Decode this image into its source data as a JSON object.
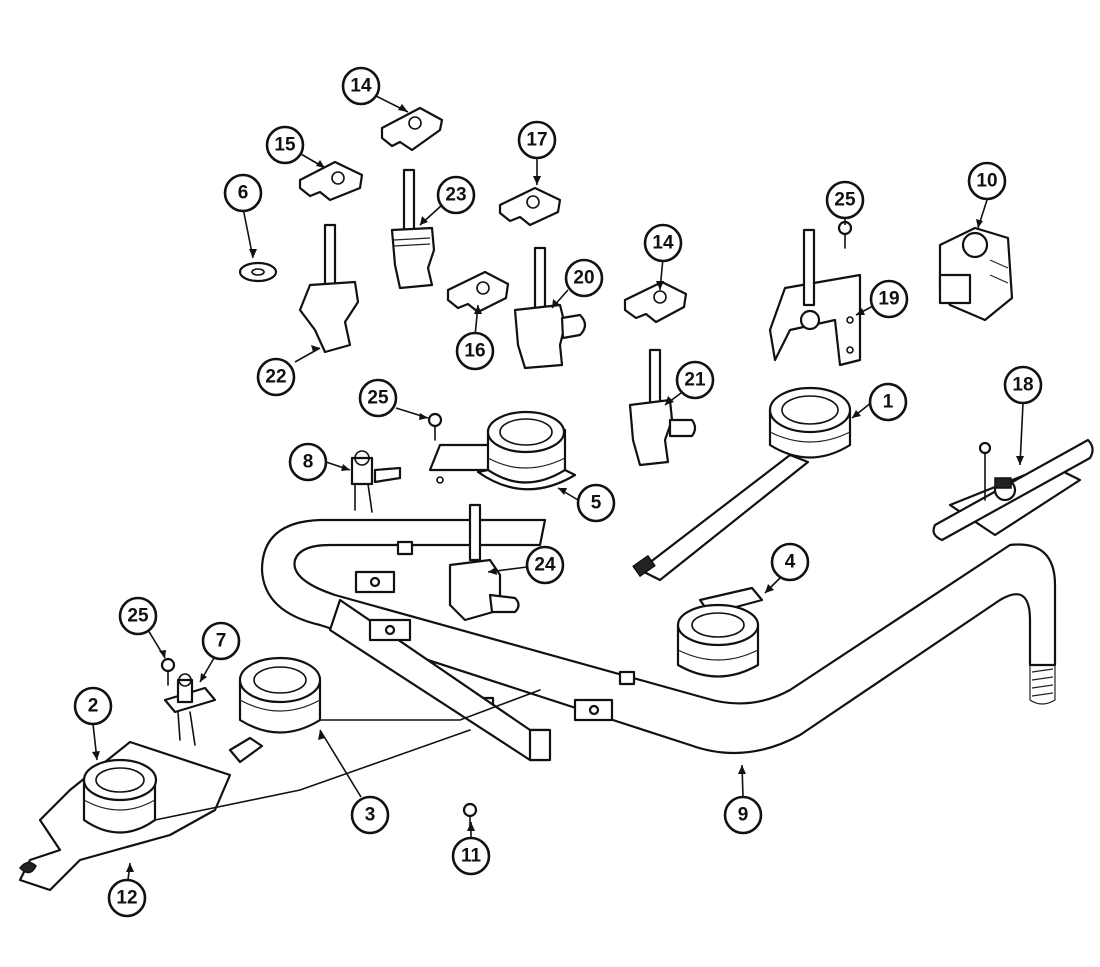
{
  "diagram": {
    "colors": {
      "line": "#111111",
      "background": "#ffffff"
    },
    "callouts": [
      {
        "id": "c14a",
        "label": "14",
        "part": "bracket"
      },
      {
        "id": "c15",
        "label": "15",
        "part": "bracket"
      },
      {
        "id": "c17",
        "label": "17",
        "part": "bracket"
      },
      {
        "id": "c6",
        "label": "6",
        "part": "washer"
      },
      {
        "id": "c23",
        "label": "23",
        "part": "valve"
      },
      {
        "id": "c10",
        "label": "10",
        "part": "regulator"
      },
      {
        "id": "c25a",
        "label": "25",
        "part": "screw"
      },
      {
        "id": "c14b",
        "label": "14",
        "part": "bracket"
      },
      {
        "id": "c20",
        "label": "20",
        "part": "valve"
      },
      {
        "id": "c19",
        "label": "19",
        "part": "bracket"
      },
      {
        "id": "c16",
        "label": "16",
        "part": "bracket"
      },
      {
        "id": "c22",
        "label": "22",
        "part": "valve"
      },
      {
        "id": "c21",
        "label": "21",
        "part": "valve"
      },
      {
        "id": "c1",
        "label": "1",
        "part": "burner"
      },
      {
        "id": "c18",
        "label": "18",
        "part": "bracket"
      },
      {
        "id": "c25b",
        "label": "25",
        "part": "screw"
      },
      {
        "id": "c8",
        "label": "8",
        "part": "igniter"
      },
      {
        "id": "c5",
        "label": "5",
        "part": "burner"
      },
      {
        "id": "c24",
        "label": "24",
        "part": "valve"
      },
      {
        "id": "c4",
        "label": "4",
        "part": "burner"
      },
      {
        "id": "c25c",
        "label": "25",
        "part": "screw"
      },
      {
        "id": "c7",
        "label": "7",
        "part": "igniter"
      },
      {
        "id": "c2",
        "label": "2",
        "part": "burner"
      },
      {
        "id": "c3",
        "label": "3",
        "part": "burner"
      },
      {
        "id": "c9",
        "label": "9",
        "part": "manifold"
      },
      {
        "id": "c11",
        "label": "11",
        "part": "screw"
      },
      {
        "id": "c12",
        "label": "12",
        "part": "burner"
      }
    ]
  }
}
